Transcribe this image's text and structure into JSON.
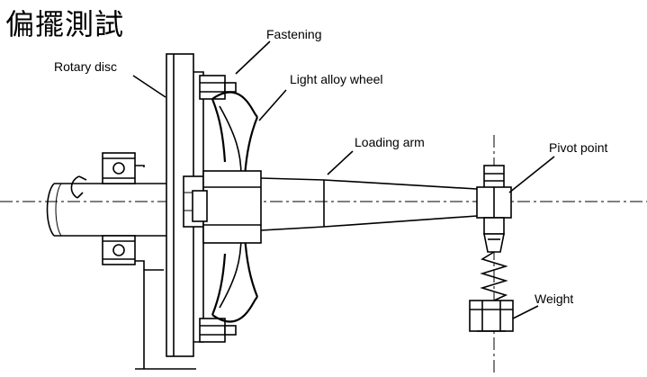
{
  "diagram": {
    "title": "偏擺測試",
    "labels": {
      "fastening": "Fastening",
      "rotary_disc": "Rotary disc",
      "light_alloy_wheel": "Light alloy wheel",
      "loading_arm": "Loading arm",
      "pivot_point": "Pivot point",
      "weight": "Weight"
    }
  }
}
